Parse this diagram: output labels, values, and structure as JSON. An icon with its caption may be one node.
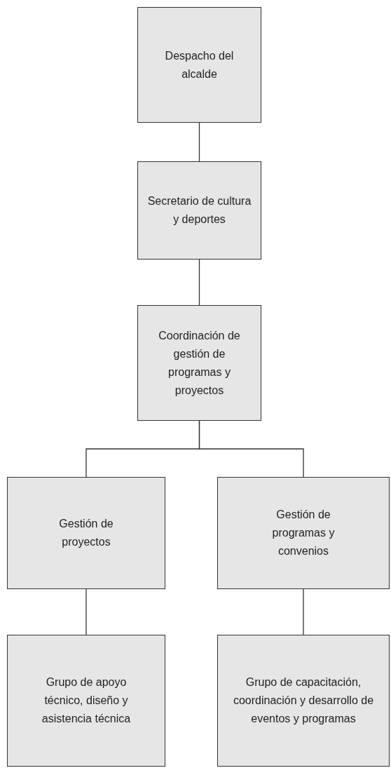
{
  "diagram": {
    "nodes": [
      {
        "text": [
          "Despacho del alcalde"
        ]
      },
      {
        "text": [
          "Secretario de cultura y deportes"
        ]
      },
      {
        "text": [
          "Coordinación de gestión de programas y proyectos"
        ]
      },
      {
        "text": [
          "Gestión de proyectos"
        ]
      },
      {
        "text": [
          "Gestión de programas y convenios"
        ]
      },
      {
        "text": [
          "Grupo de apoyo técnico, diseño y asistencia técnica"
        ]
      },
      {
        "text": [
          "Grupo de capacitación, coordinación y desarrollo de eventos y programas"
        ]
      }
    ],
    "edges": [
      {
        "from": 0,
        "to": 1,
        "arrow": "none"
      },
      {
        "from": 1,
        "to": 2,
        "arrow": "none"
      },
      {
        "from": 2,
        "to": 3,
        "arrow": "none"
      },
      {
        "from": 2,
        "to": 4,
        "arrow": "none"
      },
      {
        "from": 3,
        "to": 5,
        "arrow": "none"
      },
      {
        "from": 4,
        "to": 6,
        "arrow": "none"
      }
    ]
  }
}
